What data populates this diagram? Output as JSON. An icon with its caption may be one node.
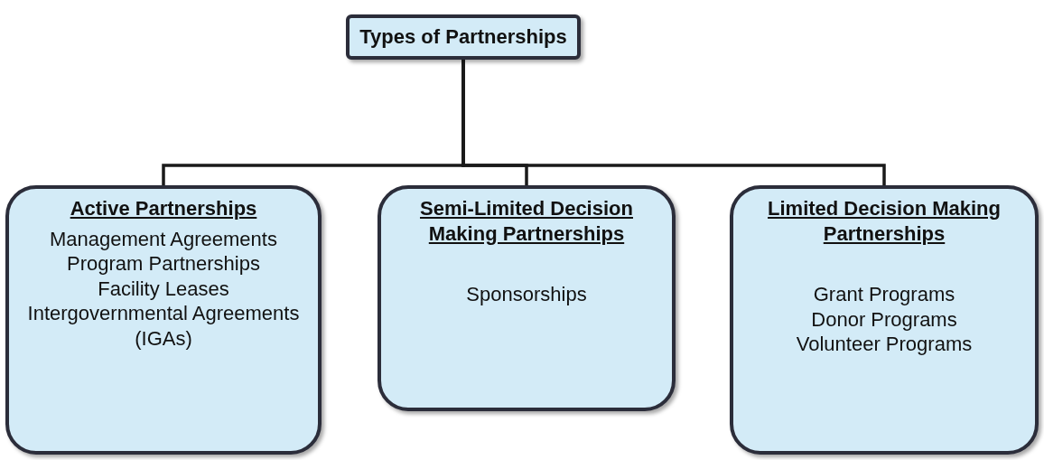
{
  "diagram": {
    "nodes": [
      {
        "text": [
          "Types of Partnerships"
        ]
      },
      {
        "text": [
          "Active Partnerships",
          "Management Agreements",
          "Program Partnerships",
          "Facility Leases",
          "Intergovernmental Agreements (IGAs)"
        ]
      },
      {
        "text": [
          "Semi-Limited Decision Making Partnerships",
          "Sponsorships"
        ]
      },
      {
        "text": [
          "Limited Decision Making Partnerships",
          "Grant Programs",
          "Donor Programs",
          "Volunteer Programs"
        ]
      }
    ],
    "edges": [
      {
        "from": 0,
        "to": 1,
        "arrow": "none"
      },
      {
        "from": 0,
        "to": 2,
        "arrow": "none"
      },
      {
        "from": 0,
        "to": 3,
        "arrow": "none"
      }
    ]
  }
}
